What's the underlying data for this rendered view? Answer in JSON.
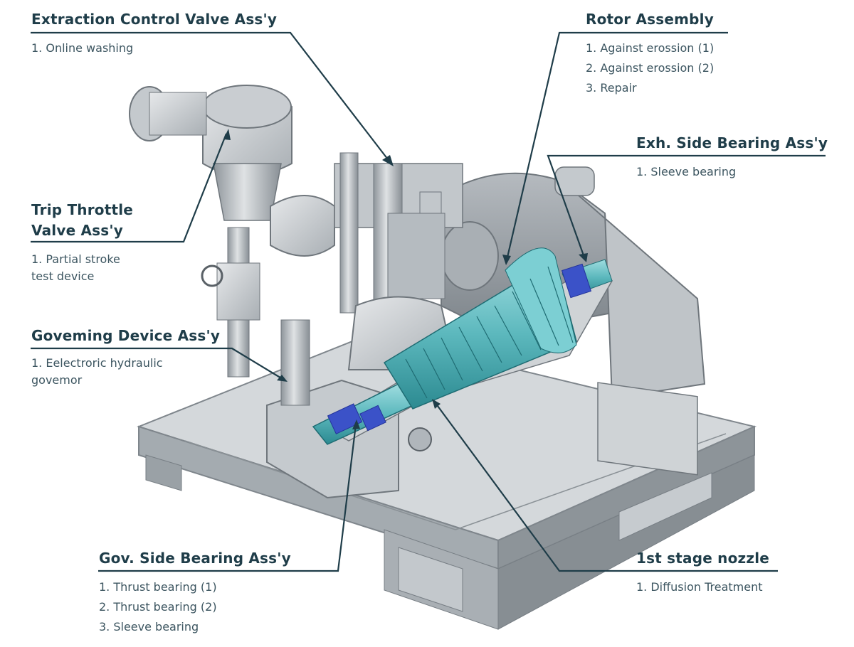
{
  "colors": {
    "leader": "#1f3d49",
    "steel_light": "#dadde0",
    "steel_mid": "#b7bcc1",
    "steel_dark": "#8d9399",
    "rotor_cyan": "#6fc4c8",
    "rotor_dark": "#2d8e95",
    "bearing_blue": "#3b52c8"
  },
  "callouts": [
    {
      "id": "extraction-control-valve",
      "title": "Extraction Control Valve Ass'y",
      "items": [
        "1. Online washing"
      ]
    },
    {
      "id": "rotor-assembly",
      "title": "Rotor Assembly",
      "items": [
        "1. Against erossion (1)",
        "2. Against erossion (2)",
        "3. Repair"
      ]
    },
    {
      "id": "exh-side-bearing",
      "title": "Exh. Side Bearing Ass'y",
      "items": [
        "1. Sleeve bearing"
      ]
    },
    {
      "id": "trip-throttle-valve",
      "title": "Trip Throttle\nValve Ass'y",
      "items": [
        "1. Partial stroke\n    test device"
      ]
    },
    {
      "id": "governing-device",
      "title": "Goveming Device Ass'y",
      "items": [
        "1. Eelectroric hydraulic\n    govemor"
      ]
    },
    {
      "id": "gov-side-bearing",
      "title": "Gov. Side Bearing Ass'y",
      "items": [
        "1. Thrust bearing (1)",
        "2. Thrust bearing (2)",
        "3. Sleeve bearing"
      ]
    },
    {
      "id": "first-stage-nozzle",
      "title": "1st stage nozzle",
      "items": [
        "1. Diffusion Treatment"
      ]
    }
  ]
}
